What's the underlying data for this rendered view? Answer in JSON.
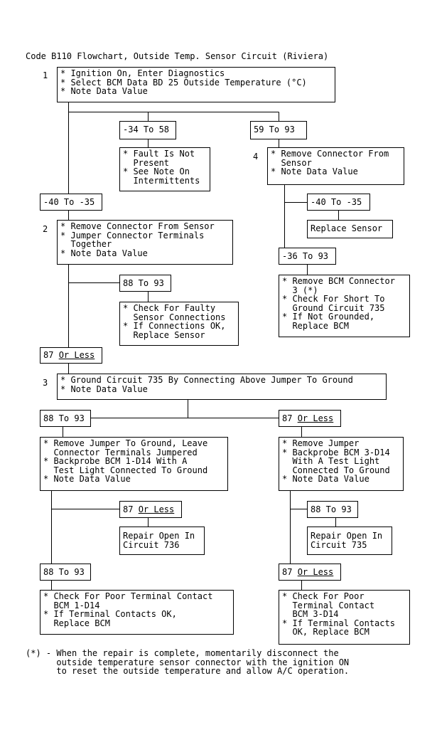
{
  "title": "Code B110 Flowchart, Outside Temp. Sensor Circuit (Riviera)",
  "steps": {
    "s1": {
      "number": "1",
      "lines": [
        "* Ignition On, Enter Diagnostics",
        "* Select BCM Data BD 25 Outside Temperature (°C)",
        "* Note Data Value"
      ]
    },
    "s2": {
      "number": "2",
      "lines": [
        "* Remove Connector From Sensor",
        "* Jumper Connector Terminals",
        "  Together",
        "* Note Data Value"
      ]
    },
    "s3": {
      "number": "3",
      "lines": [
        "* Ground Circuit 735 By Connecting Above Jumper To Ground",
        "* Note Data Value"
      ]
    },
    "s4": {
      "number": "4",
      "lines": [
        "* Remove Connector From",
        "  Sensor",
        "* Note Data Value"
      ]
    }
  },
  "ranges": {
    "r_34_58": "-34 To 58",
    "r_59_93": "59 To 93",
    "r_40_35_a": "-40 To -35",
    "r_40_35_b": "-40 To -35",
    "r_36_93": "-36 To 93",
    "r_88_93_a": "88 To 93",
    "r_87_a": {
      "num": "87 ",
      "tail": "Or Less"
    },
    "r_88_93_b": "88 To 93",
    "r_87_b": {
      "num": "87 ",
      "tail": "Or Less"
    },
    "r_87_c": {
      "num": "87 ",
      "tail": "Or Less"
    },
    "r_88_93_c": "88 To 93",
    "r_88_93_d": "88 To 93",
    "r_87_d": {
      "num": "87 ",
      "tail": "Or Less"
    }
  },
  "results": {
    "fault_not_present": [
      "* Fault Is Not",
      "  Present",
      "* See Note On",
      "  Intermittents"
    ],
    "replace_sensor": [
      "Replace Sensor"
    ],
    "remove_bcm_conn": [
      "* Remove BCM Connector",
      "  3 (*)",
      "* Check For Short To",
      "  Ground Circuit 735",
      "* If Not Grounded,",
      "  Replace BCM"
    ],
    "faulty_sensor": [
      "* Check For Faulty",
      "  Sensor Connections",
      "* If Connections OK,",
      "  Replace Sensor"
    ],
    "remove_jumper_ground": [
      "* Remove Jumper To Ground, Leave",
      "  Connector Terminals Jumpered",
      "* Backprobe BCM 1-D14 With A",
      "  Test Light Connected To Ground",
      "* Note Data Value"
    ],
    "remove_jumper": [
      "* Remove Jumper",
      "* Backprobe BCM 3-D14",
      "  With A Test Light",
      "  Connected To Ground",
      "* Note Data Value"
    ],
    "repair_736": [
      "Repair Open In",
      "Circuit 736"
    ],
    "repair_735": [
      "Repair Open In",
      "Circuit 735"
    ],
    "poor_contact_1": [
      "* Check For Poor Terminal Contact",
      "  BCM 1-D14",
      "* If Terminal Contacts OK,",
      "  Replace BCM"
    ],
    "poor_contact_3": [
      "* Check For Poor",
      "  Terminal Contact",
      "  BCM 3-D14",
      "* If Terminal Contacts",
      "  OK, Replace BCM"
    ]
  },
  "footnote": [
    "(*) - When the repair is complete, momentarily disconnect the",
    "      outside temperature sensor connector with the ignition ON",
    "      to reset the outside temperature and allow A/C operation."
  ]
}
